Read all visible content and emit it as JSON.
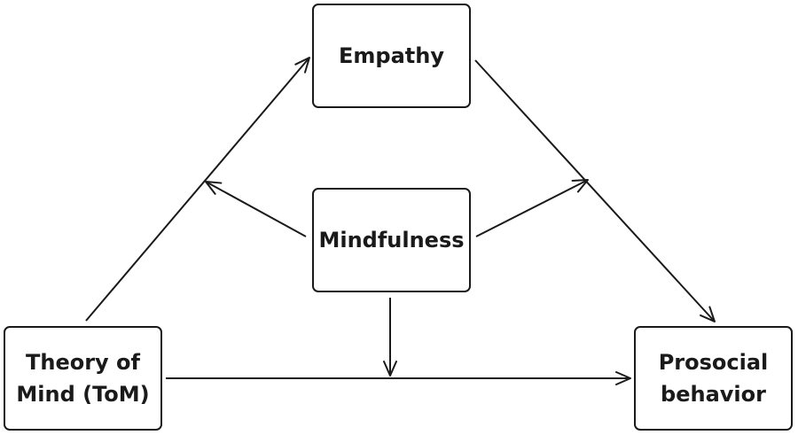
{
  "diagram": {
    "nodes": {
      "empathy": {
        "label": "Empathy"
      },
      "mindfulness": {
        "label": "Mindfulness"
      },
      "tom": {
        "label": "Theory of\nMind (ToM)"
      },
      "prosocial": {
        "label": "Prosocial\nbehavior"
      }
    },
    "edges": [
      {
        "from": "tom",
        "to": "empathy"
      },
      {
        "from": "empathy",
        "to": "prosocial"
      },
      {
        "from": "tom",
        "to": "prosocial"
      },
      {
        "from": "mindfulness",
        "to": "path:tom-empathy"
      },
      {
        "from": "mindfulness",
        "to": "path:empathy-prosocial"
      },
      {
        "from": "mindfulness",
        "to": "path:tom-prosocial"
      }
    ],
    "stroke_color": "#1a1a1a"
  }
}
